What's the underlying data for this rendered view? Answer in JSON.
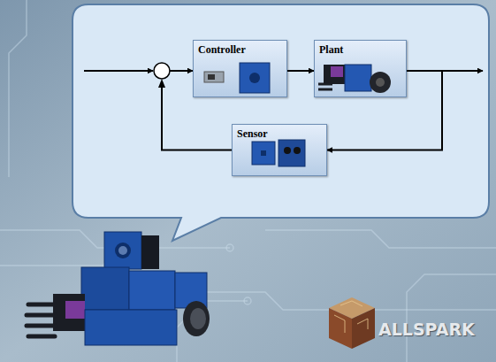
{
  "diagram": {
    "nodes": [
      {
        "text": [
          "Controller"
        ]
      },
      {
        "text": [
          "Plant"
        ]
      },
      {
        "text": [
          "Sensor"
        ]
      }
    ],
    "edges": [
      {
        "from": 0,
        "to": 1,
        "arrow": "to"
      },
      {
        "from": 1,
        "to": 2,
        "arrow": "to"
      },
      {
        "from": 2,
        "to": 0,
        "arrow": "to"
      }
    ],
    "labels": [
      "ALLSPARK"
    ]
  }
}
